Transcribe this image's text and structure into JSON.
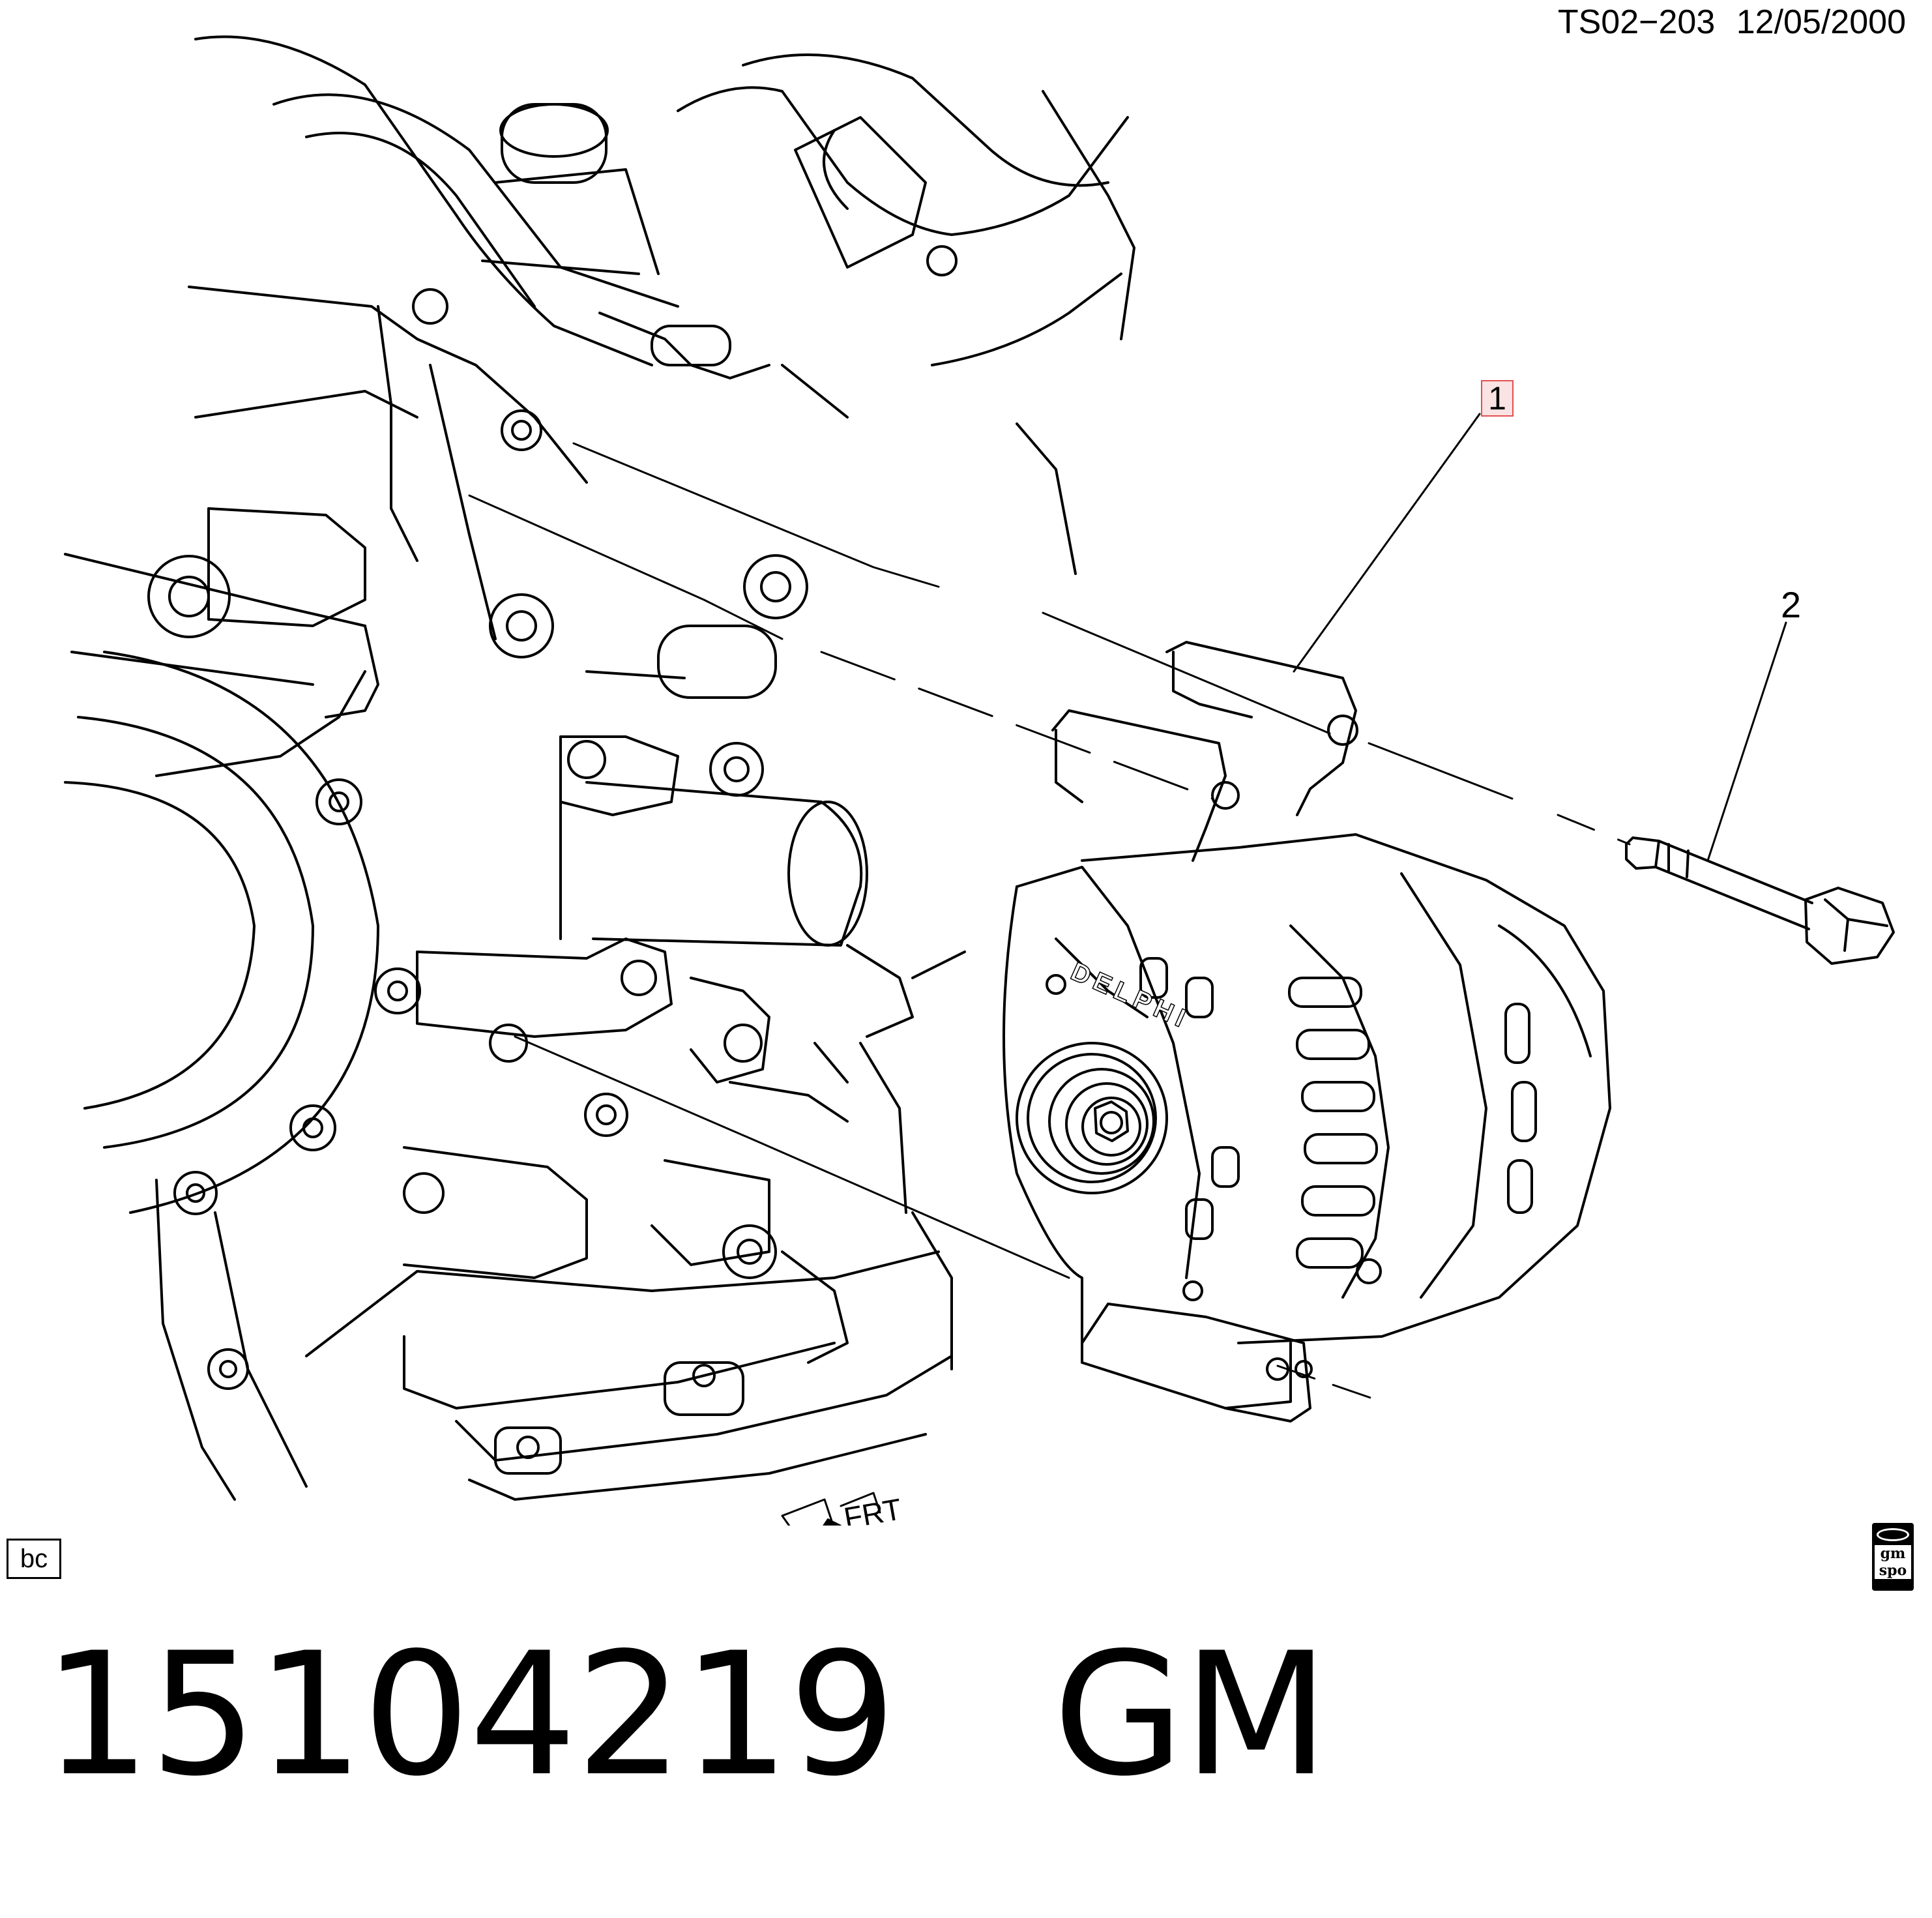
{
  "header": {
    "ref": "TS02−203",
    "date": "12/05/2000"
  },
  "callouts": {
    "c1": "1",
    "c2": "2"
  },
  "engine_label": "DELPHI",
  "direction": {
    "label": "FRT"
  },
  "badge": {
    "bc": "bc"
  },
  "logo": {
    "top": "gm",
    "bottom": "spo"
  },
  "footer": {
    "part_number": "15104219",
    "brand": "GM"
  }
}
